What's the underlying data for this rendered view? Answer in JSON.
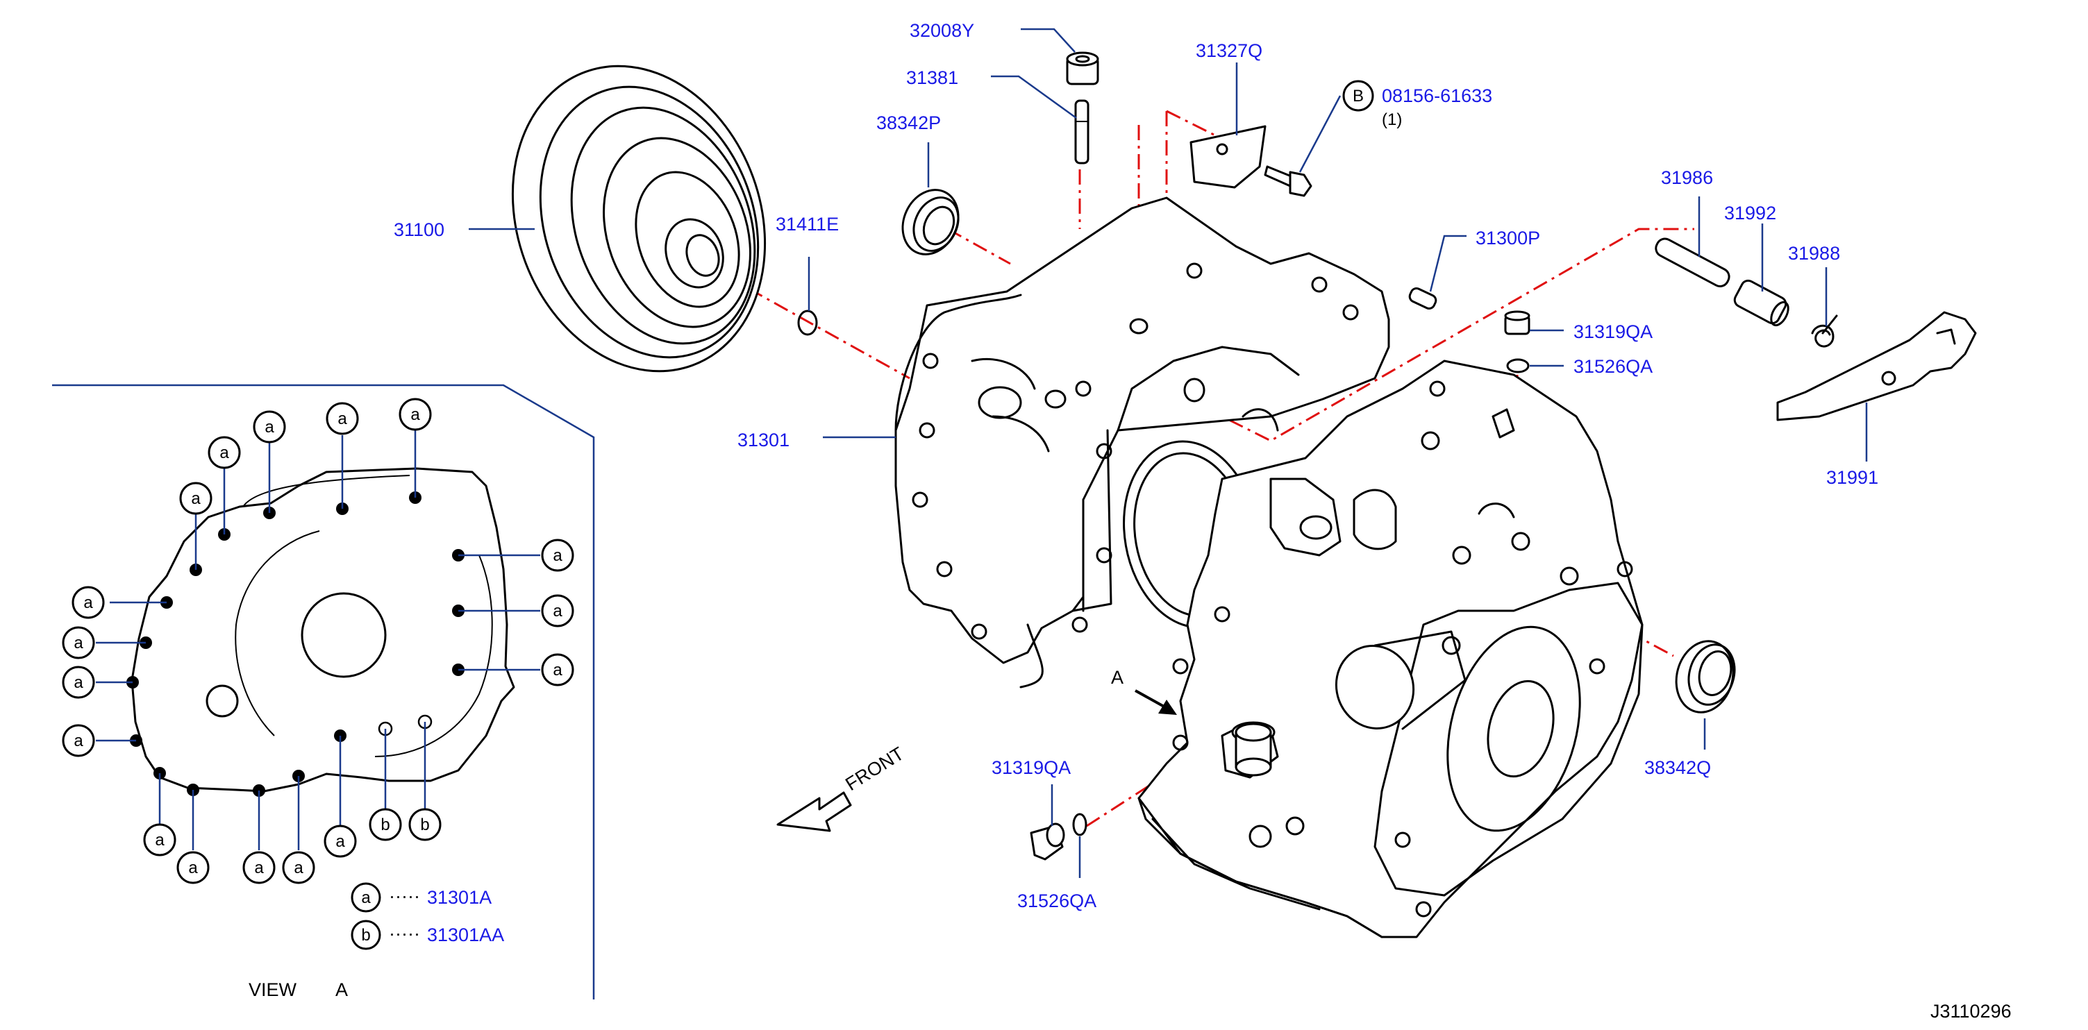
{
  "diagram_id": "J3110296",
  "colors": {
    "label": "#1a1ae6",
    "leader": "#1a3a8c",
    "centerline": "#e01010",
    "outline": "#000000"
  },
  "parts": {
    "p32008Y": "32008Y",
    "p31381": "31381",
    "p31327Q": "31327Q",
    "p38342P": "38342P",
    "p08156": "08156-61633",
    "p08156_qty": "(1)",
    "bolt_marker": "B",
    "p31100": "31100",
    "p31411E": "31411E",
    "p31300P": "31300P",
    "p31986": "31986",
    "p31992": "31992",
    "p31988": "31988",
    "p31319QA_top": "31319QA",
    "p31526QA_top": "31526QA",
    "p31991": "31991",
    "p31301": "31301",
    "p38342Q": "38342Q",
    "p31319QA_bot": "31319QA",
    "p31526QA_bot": "31526QA"
  },
  "markers": {
    "view_arrow": "A",
    "front": "FRONT"
  },
  "view_a": {
    "title": "VIEW",
    "letter": "A",
    "bubble_a": "a",
    "bubble_b": "b",
    "legend": [
      {
        "key": "a",
        "dots": "·····",
        "part": "31301A"
      },
      {
        "key": "b",
        "dots": "·····",
        "part": "31301AA"
      }
    ]
  }
}
